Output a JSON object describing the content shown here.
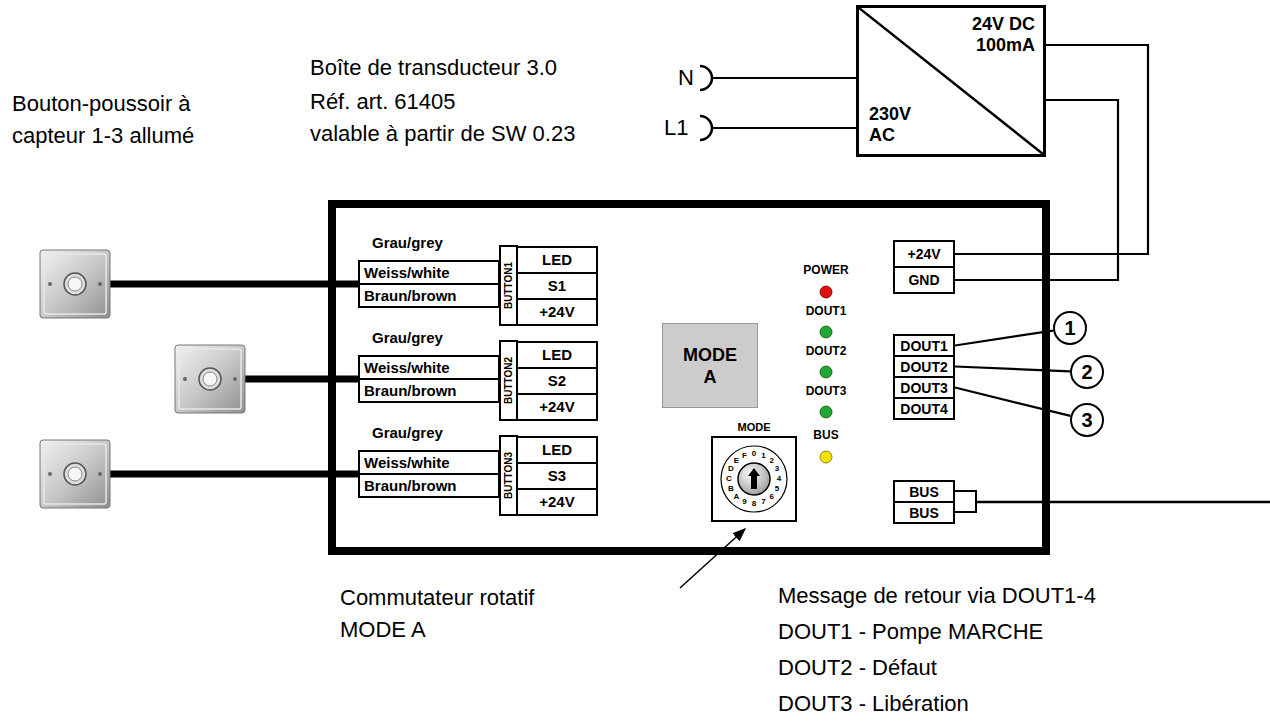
{
  "diagram": {
    "nodes": [
      {
        "text": [
          "24V DC 100mA",
          "230V AC"
        ]
      },
      {
        "text": [
          "+24V"
        ]
      },
      {
        "text": [
          "GND"
        ]
      },
      {
        "text": [
          "DOUT1"
        ]
      },
      {
        "text": [
          "DOUT2"
        ]
      },
      {
        "text": [
          "DOUT3"
        ]
      },
      {
        "text": [
          "DOUT4"
        ]
      },
      {
        "text": [
          "1"
        ]
      },
      {
        "text": [
          "2"
        ]
      },
      {
        "text": [
          "3"
        ]
      },
      {
        "text": [
          "MODE A"
        ]
      },
      {
        "text": [
          "BUS"
        ]
      },
      {
        "text": [
          "BUS"
        ]
      }
    ],
    "edges": [
      {
        "from": 1,
        "to": 0,
        "arrow": "none"
      },
      {
        "from": 2,
        "to": 0,
        "arrow": "none"
      },
      {
        "from": 3,
        "to": 7,
        "arrow": "none"
      },
      {
        "from": 4,
        "to": 8,
        "arrow": "none"
      },
      {
        "from": 5,
        "to": 9,
        "arrow": "none"
      }
    ],
    "labels": [
      "Boîte de transducteur 3.0",
      "Réf. art. 61405",
      "valable à partir de SW 0.23",
      "Bouton-poussoir à capteur 1-3 allumé",
      "N",
      "L1",
      "Grau/grey",
      "Weiss/white",
      "Braun/brown",
      "BUTTON1",
      "LED",
      "S1",
      "+24V",
      "Grau/grey",
      "Weiss/white",
      "Braun/brown",
      "BUTTON2",
      "LED",
      "S2",
      "+24V",
      "Grau/grey",
      "Weiss/white",
      "Braun/brown",
      "BUTTON3",
      "LED",
      "S3",
      "+24V",
      "POWER",
      "DOUT1",
      "DOUT2",
      "DOUT3",
      "BUS",
      "MODE",
      "0",
      "1",
      "2",
      "3",
      "4",
      "5",
      "6",
      "7",
      "8",
      "9",
      "A",
      "B",
      "C",
      "D",
      "E",
      "F",
      "Commutateur rotatif MODE A",
      "Message de retour via DOUT1-4",
      "DOUT1 - Pompe MARCHE",
      "DOUT2 - Défaut",
      "DOUT3 - Libération"
    ]
  }
}
